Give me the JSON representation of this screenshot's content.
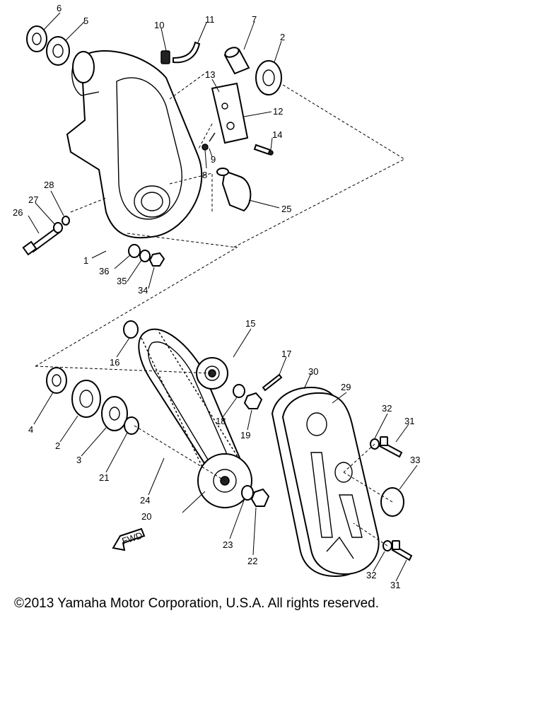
{
  "callouts": [
    "1",
    "2",
    "2",
    "3",
    "4",
    "5",
    "6",
    "7",
    "8",
    "9",
    "10",
    "11",
    "12",
    "13",
    "14",
    "15",
    "16",
    "17",
    "18",
    "19",
    "20",
    "21",
    "22",
    "23",
    "24",
    "25",
    "26",
    "27",
    "28",
    "29",
    "30",
    "31",
    "31",
    "32",
    "32",
    "33",
    "34",
    "35",
    "36"
  ],
  "fwd_label": "FWD",
  "copyright": "©2013 Yamaha Motor Corporation, U.S.A. All rights reserved."
}
